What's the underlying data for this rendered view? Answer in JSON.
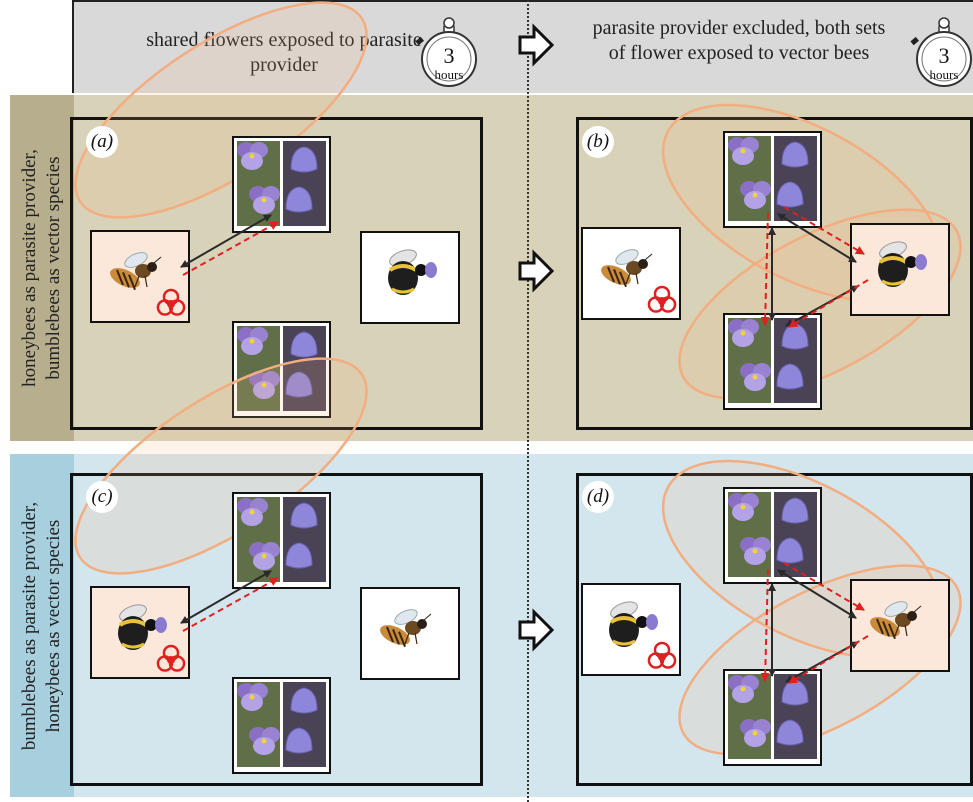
{
  "header": {
    "left_caption": "shared flowers exposed to parasite provider",
    "right_caption": "parasite provider excluded, both sets of flower exposed to vector bees",
    "timer_number": "3",
    "timer_unit": "hours"
  },
  "rows": [
    {
      "label_line1": "honeybees as parasite provider,",
      "label_line2": "bumblebees as vector species"
    },
    {
      "label_line1": "bumblebees as parasite provider,",
      "label_line2": "honeybees as vector species"
    }
  ],
  "panels": [
    {
      "label": "(a)",
      "provider": "honeybee",
      "vector": "bumblebee"
    },
    {
      "label": "(b)",
      "provider": "honeybee",
      "vector": "bumblebee"
    },
    {
      "label": "(c)",
      "provider": "bumblebee",
      "vector": "honeybee"
    },
    {
      "label": "(d)",
      "provider": "bumblebee",
      "vector": "honeybee"
    }
  ],
  "colors": {
    "ellipse_stroke": "#f2ad80",
    "tinted_fill": "#fbe8da",
    "solid_arrow": "#2a2a2a",
    "dashed_arrow": "#e02020",
    "biohazard": "#e02020"
  },
  "icons": [
    "stopwatch-icon",
    "right-arrow-icon",
    "honeybee-icon",
    "bumblebee-icon",
    "biohazard-icon",
    "pansy-flower-icon",
    "bellflower-icon"
  ]
}
